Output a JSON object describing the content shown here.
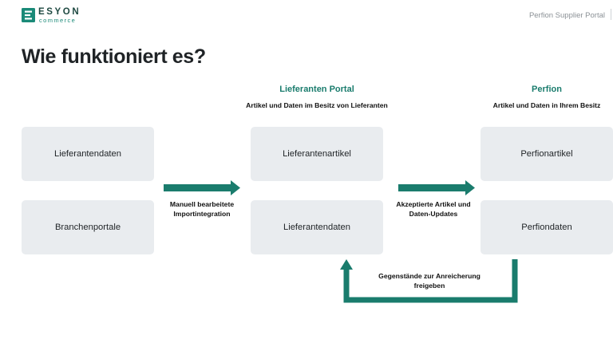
{
  "header": {
    "logo_name": "ESYON",
    "logo_sub": "commerce",
    "portal_title": "Perfion Supplier Portal"
  },
  "page_title": "Wie funktioniert es?",
  "columns": {
    "portal": {
      "heading": "Lieferanten Portal",
      "subheading": "Artikel und Daten im Besitz von Lieferanten"
    },
    "perfion": {
      "heading": "Perfion",
      "subheading": "Artikel und Daten in Ihrem Besitz"
    }
  },
  "boxes": {
    "source_supplier_data": "Lieferantendaten",
    "source_industry_portals": "Branchenportale",
    "portal_articles": "Lieferantenartikel",
    "portal_data": "Lieferantendaten",
    "perfion_articles": "Perfionartikel",
    "perfion_data": "Perfiondaten"
  },
  "arrow_labels": {
    "import": "Manuell bearbeitete Importintegration",
    "accepted": "Akzeptierte Artikel und Daten-Updates",
    "release": "Gegenstände zur Anreicherung freigeben"
  },
  "colors": {
    "accent": "#1a7c6d",
    "box_fill": "#e9ecef"
  }
}
